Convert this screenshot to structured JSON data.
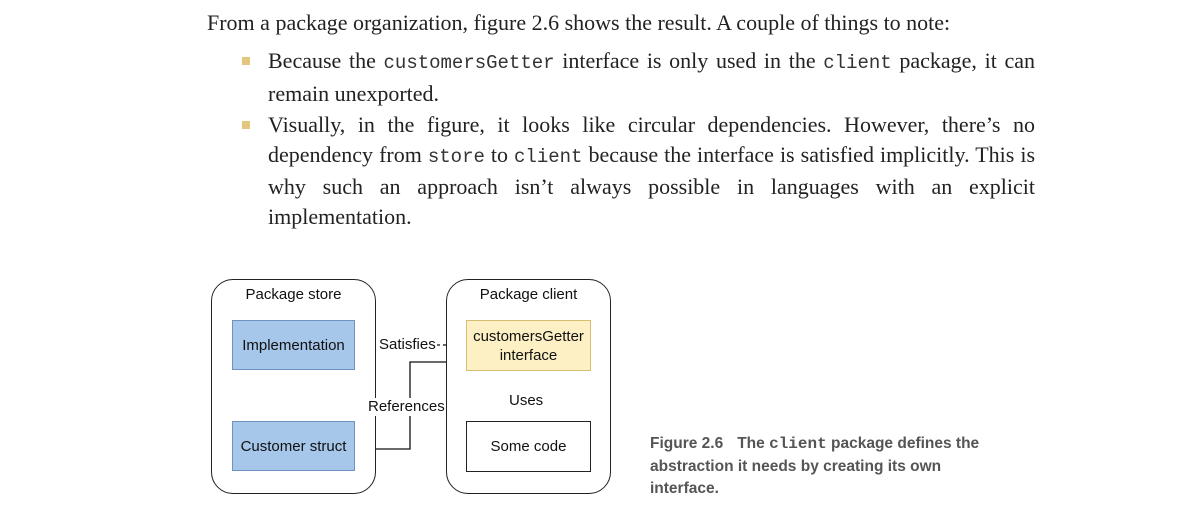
{
  "intro": "From a package organization, figure 2.6 shows the result. A couple of things to note:",
  "bullets": [
    {
      "p1": "Because the ",
      "c1": "customersGetter",
      "p2": " interface is only used in the ",
      "c2": "client",
      "p3": " package, it can remain unexported."
    },
    {
      "p1": "Visually, in the figure, it looks like circular dependencies. However, there’s no dependency from ",
      "c1": "store",
      "p2": " to ",
      "c2": "client",
      "p3": " because the interface is satisfied implicitly. This is why such an approach isn’t always possible in languages with an explicit implementation."
    }
  ],
  "diagram": {
    "store": {
      "title": "Package store",
      "implementation": "Implementation",
      "customer_struct": "Customer struct"
    },
    "client": {
      "title": "Package client",
      "interface_line1": "customersGetter",
      "interface_line2": "interface",
      "some_code": "Some code"
    },
    "labels": {
      "satisfies": "Satisfies",
      "references": "References",
      "uses": "Uses"
    },
    "colors": {
      "store_box_fill": "#a6c6ea",
      "interface_box_fill": "#fcf0c4"
    }
  },
  "caption": {
    "figure": "Figure 2.6",
    "t1": "The ",
    "code": "client",
    "t2": " package defines the abstraction it needs by creating its own interface."
  }
}
